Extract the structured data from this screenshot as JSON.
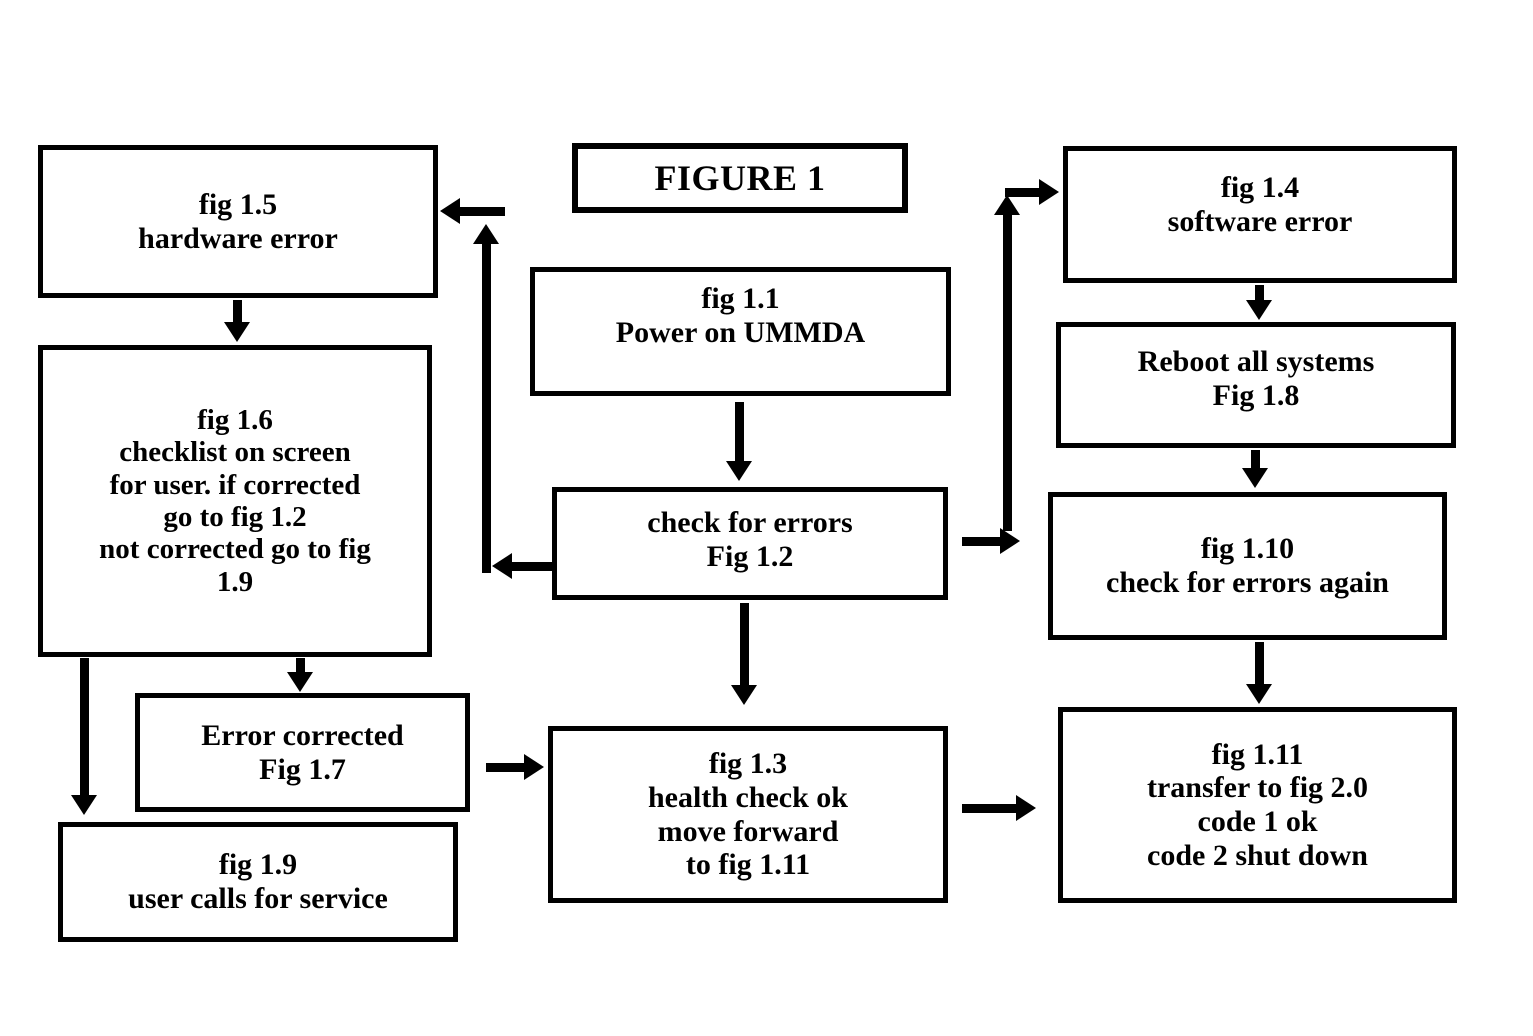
{
  "figure": {
    "title": "FIGURE 1"
  },
  "nodes": {
    "fig15": {
      "lines": [
        "fig 1.5",
        "hardware error"
      ]
    },
    "fig16": {
      "lines": [
        "fig 1.6",
        "checklist on screen",
        "for user. if corrected",
        "go to fig 1.2",
        "not corrected go to fig",
        "1.9"
      ]
    },
    "fig17": {
      "lines": [
        "Error corrected",
        "Fig 1.7"
      ]
    },
    "fig19": {
      "lines": [
        "fig 1.9",
        "user calls for service"
      ]
    },
    "fig11": {
      "lines": [
        "fig 1.1",
        "Power on UMMDA"
      ]
    },
    "fig12": {
      "lines": [
        "check for errors",
        "Fig 1.2"
      ]
    },
    "fig13": {
      "lines": [
        "fig 1.3",
        "health check ok",
        "move forward",
        "to fig 1.11"
      ]
    },
    "fig14": {
      "lines": [
        "fig 1.4",
        "software error"
      ]
    },
    "fig18": {
      "lines": [
        "Reboot all systems",
        "Fig 1.8"
      ]
    },
    "fig110": {
      "lines": [
        "fig 1.10",
        "check for errors again"
      ]
    },
    "fig111": {
      "lines": [
        "fig 1.11",
        "transfer to fig 2.0",
        "code 1 ok",
        "code 2 shut down"
      ]
    }
  },
  "connectors": [
    {
      "name": "fig15-to-fig16",
      "type": "arrow-down"
    },
    {
      "name": "fig16-to-fig19",
      "type": "arrow-down"
    },
    {
      "name": "fig16-to-fig17",
      "type": "arrow-down"
    },
    {
      "name": "fig17-to-fig13",
      "type": "arrow-right"
    },
    {
      "name": "fig12-to-fig16",
      "type": "arrow-left"
    },
    {
      "name": "loopback-to-fig15",
      "type": "arrow-left"
    },
    {
      "name": "fig16-loop-up",
      "type": "arrow-up"
    },
    {
      "name": "fig11-to-fig12",
      "type": "arrow-down"
    },
    {
      "name": "fig12-to-fig13",
      "type": "arrow-down"
    },
    {
      "name": "fig12-to-fig110",
      "type": "arrow-right"
    },
    {
      "name": "loop-up-to-fig14",
      "type": "arrow-up"
    },
    {
      "name": "into-fig14",
      "type": "arrow-right"
    },
    {
      "name": "fig14-to-fig18",
      "type": "arrow-down"
    },
    {
      "name": "fig18-to-fig110",
      "type": "arrow-down"
    },
    {
      "name": "fig110-to-fig111",
      "type": "arrow-down"
    },
    {
      "name": "fig13-to-fig111",
      "type": "arrow-right"
    }
  ],
  "colors": {
    "stroke": "#000000",
    "background": "#ffffff",
    "text": "#000000"
  }
}
